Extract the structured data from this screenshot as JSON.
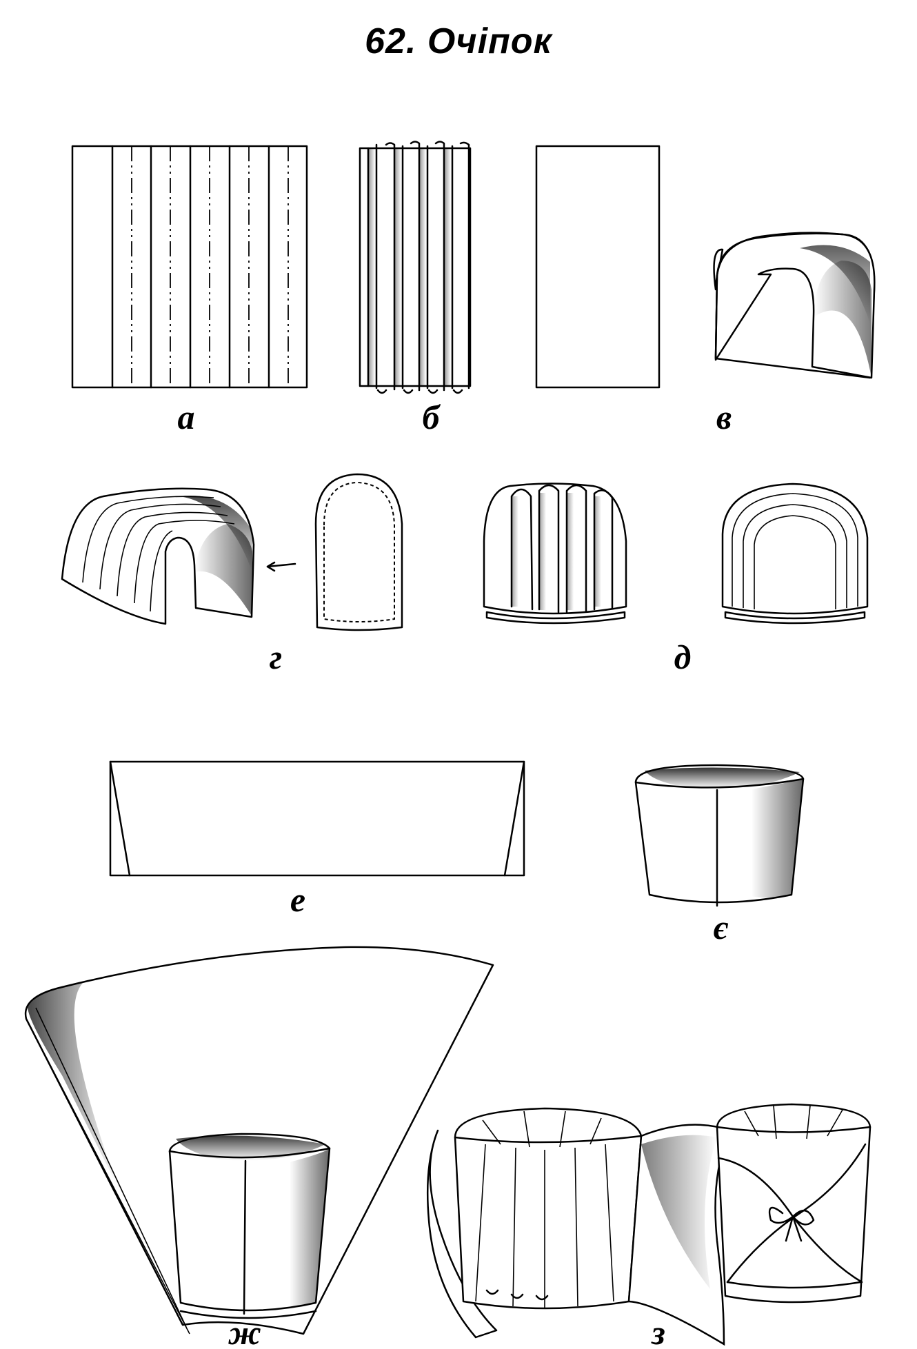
{
  "title": "62. Очіпок",
  "labels": {
    "a": "а",
    "b": "б",
    "v": "в",
    "h": "г",
    "d": "д",
    "e": "е",
    "ye": "є",
    "zh": "ж",
    "z": "з"
  }
}
